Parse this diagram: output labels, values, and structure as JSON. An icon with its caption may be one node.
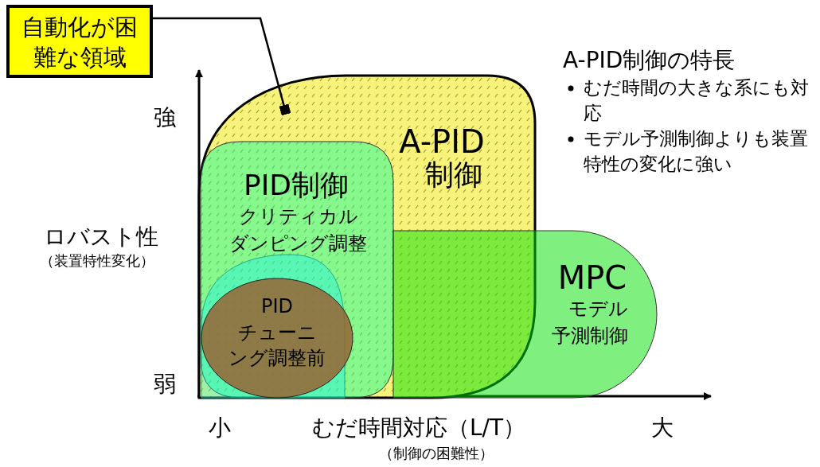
{
  "diagram": {
    "nodes": [
      {
        "text": [
          "自動化が困難な領域"
        ]
      },
      {
        "text": [
          "A-PID",
          "制御"
        ]
      },
      {
        "text": [
          "PID制御",
          "クリティカルダンピング調整"
        ],
        "in": 1
      },
      {
        "text": [
          "MPC",
          "モデル予測制御"
        ]
      },
      {
        "text": [],
        "shape": "box",
        "in": 2
      },
      {
        "text": [
          "PID",
          "チューニング調整前"
        ],
        "in": 2
      }
    ],
    "edges": [
      {
        "from": 0,
        "to": 1,
        "arrow": "other"
      }
    ],
    "labels": [
      "強",
      "ロバスト性",
      "（装置特性変化）",
      "弱",
      "小",
      "むだ時間対応（L/T）",
      "大",
      "（制御の困難性）",
      "A-PID制御の特長",
      "むだ時間の大きな系にも対応",
      "モデル予測制御よりも装置特性の変化に強い"
    ]
  }
}
